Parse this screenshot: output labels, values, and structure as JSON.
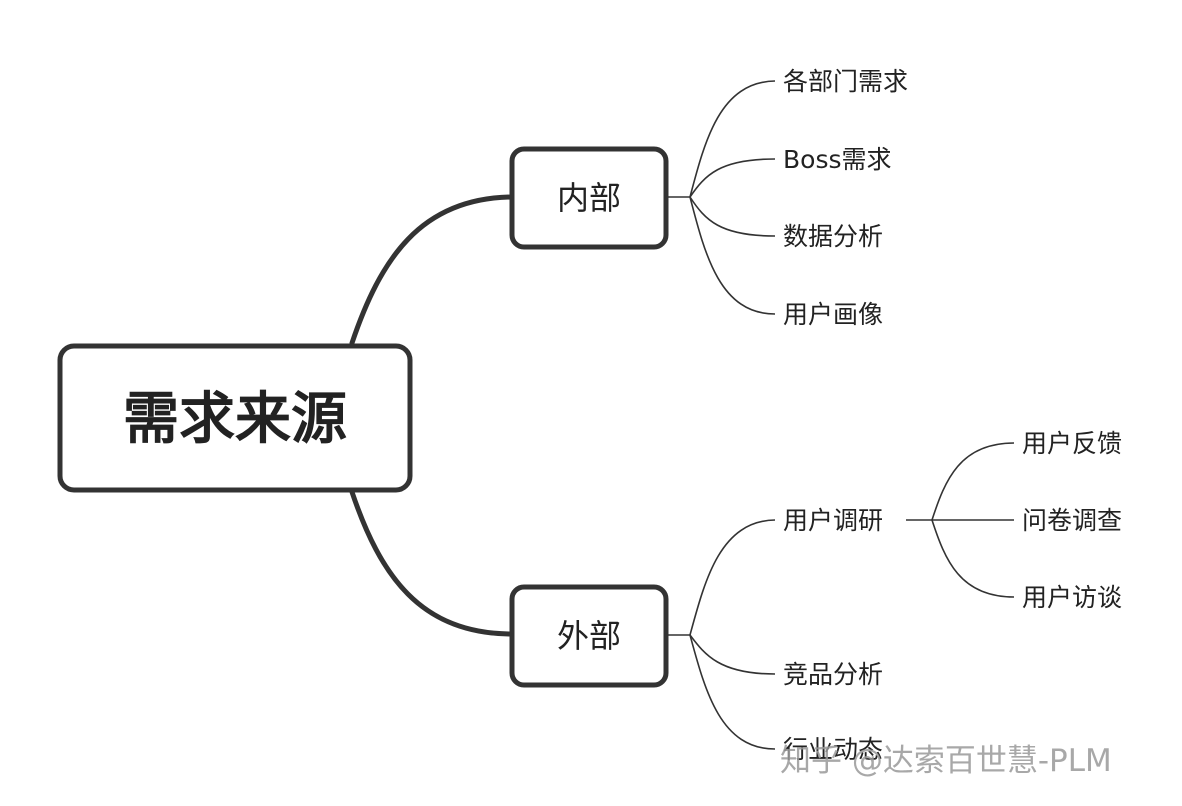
{
  "mindmap": {
    "root": "需求来源",
    "internal": {
      "label": "内部",
      "children": [
        "各部门需求",
        "Boss需求",
        "数据分析",
        "用户画像"
      ]
    },
    "external": {
      "label": "外部",
      "children": [
        "用户调研",
        "竞品分析",
        "行业动态"
      ],
      "research": {
        "label": "用户调研",
        "children": [
          "用户反馈",
          "问卷调查",
          "用户访谈"
        ]
      }
    }
  },
  "watermark": "知乎 @达索百世慧-PLM"
}
